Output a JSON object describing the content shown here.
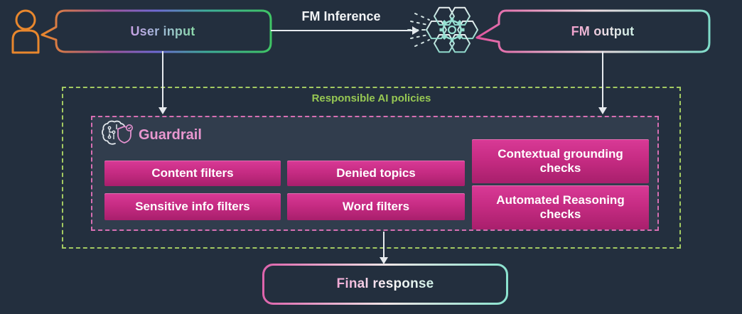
{
  "colors": {
    "background": "#232F3E",
    "panel_background": "#313D4D",
    "accent_green": "#97C853",
    "accent_pink_dashed": "#D76FB3",
    "button_magenta": "#C32A7D",
    "person_orange": "#E8872D",
    "bubble_teal": "#8FD9CB",
    "arrow": "#E6EAEE"
  },
  "nodes": {
    "user_input": "User input",
    "fm_inference": "FM Inference",
    "fm_output": "FM output",
    "responsible_ai_policies": "Responsible AI policies",
    "guardrail": "Guardrail",
    "final_response": "Final response"
  },
  "guardrail_panel": {
    "filters": [
      "Content filters",
      "Denied topics",
      "Sensitive info filters",
      "Word filters"
    ],
    "checks": [
      "Contextual grounding checks",
      "Automated Reasoning checks"
    ]
  },
  "icons": {
    "person": "person-icon",
    "model": "fm-model-gear-icon",
    "guardrail": "guardrail-brain-shield-icon"
  }
}
